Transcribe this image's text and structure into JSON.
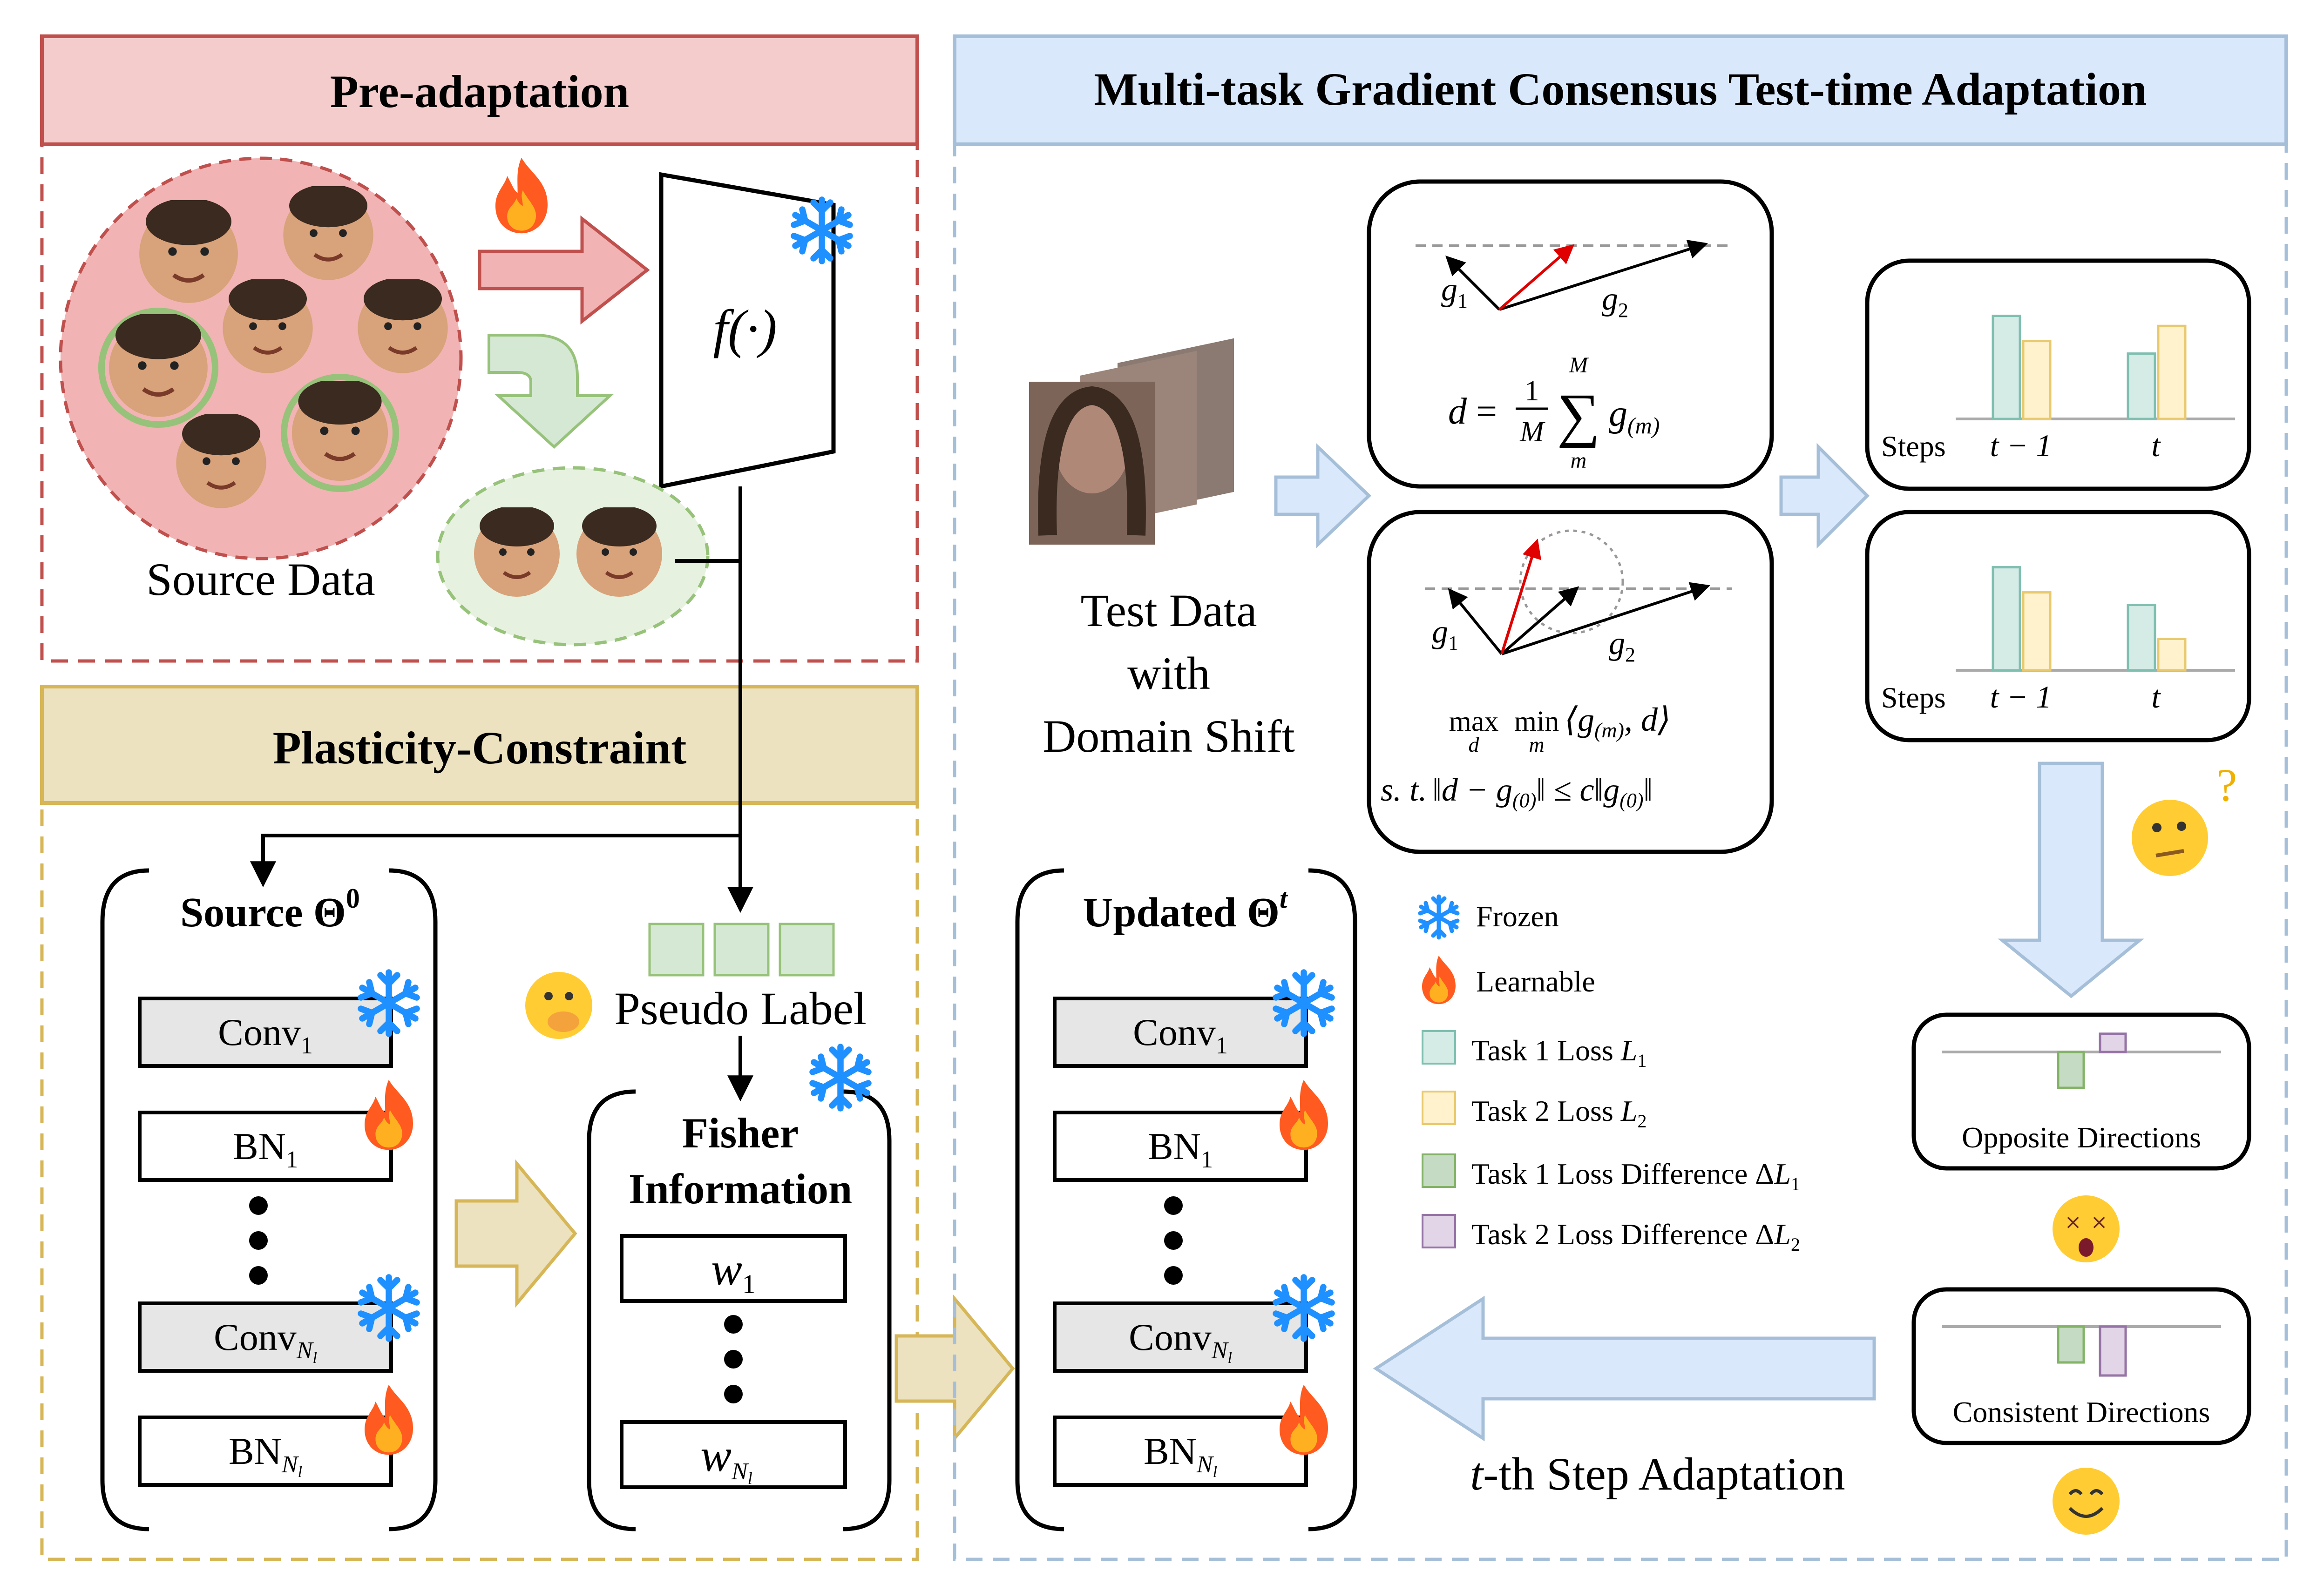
{
  "panels": {
    "pre": {
      "title": "Pre-adaptation",
      "source_label": "Source Data",
      "fn_label": "f(·)"
    },
    "plasticity": {
      "title": "Plasticity-Constraint"
    },
    "mgc": {
      "title": "Multi-task Gradient Consensus Test-time Adaptation"
    }
  },
  "source_model": {
    "title": "Source Θ",
    "title_sup": "0",
    "layers": [
      {
        "name": "Conv",
        "sub": "1",
        "type": "conv",
        "icon": "snowflake-icon"
      },
      {
        "name": "BN",
        "sub": "1",
        "type": "bn",
        "icon": "flame-icon"
      },
      {
        "name": "Conv",
        "sub": "N",
        "sub2": "l",
        "type": "conv",
        "icon": "snowflake-icon"
      },
      {
        "name": "BN",
        "sub": "N",
        "sub2": "l",
        "type": "bn",
        "icon": "flame-icon"
      }
    ]
  },
  "updated_model": {
    "title": "Updated Θ",
    "title_sup": "t",
    "layers": [
      {
        "name": "Conv",
        "sub": "1",
        "type": "conv",
        "icon": "snowflake-icon"
      },
      {
        "name": "BN",
        "sub": "1",
        "type": "bn",
        "icon": "flame-icon"
      },
      {
        "name": "Conv",
        "sub": "N",
        "sub2": "l",
        "type": "conv",
        "icon": "snowflake-icon"
      },
      {
        "name": "BN",
        "sub": "N",
        "sub2": "l",
        "type": "bn",
        "icon": "flame-icon"
      }
    ]
  },
  "pseudo_label": "Pseudo Label",
  "fisher": {
    "title_line1": "Fisher",
    "title_line2": "Information",
    "w_first": "w",
    "w_first_sub": "1",
    "w_last": "w",
    "w_last_sub": "N",
    "w_last_sub2": "l"
  },
  "test_data": {
    "line1": "Test Data",
    "line2": "with",
    "line3": "Domain Shift"
  },
  "formula_top": {
    "g1": "g",
    "g1_sub": "1",
    "g2": "g",
    "g2_sub": "2",
    "d": "d",
    "eq": "=",
    "frac_num": "1",
    "frac_den": "M",
    "sum_upper": "M",
    "sum": "∑",
    "sum_lower": "m",
    "term": "g",
    "term_sub": "(m)"
  },
  "formula_bottom": {
    "g1": "g",
    "g1_sub": "1",
    "g2": "g",
    "g2_sub": "2",
    "max": "max",
    "max_sub": "d",
    "min": "min",
    "min_sub": "m",
    "inner": "⟨g",
    "inner_sub": "(m)",
    "inner_end": ", d⟩",
    "constraint_st": "s. t.",
    "constraint_a": "‖d − g",
    "constraint_a_sub": "(0)",
    "constraint_b": "‖ ≤ c‖g",
    "constraint_b_sub": "(0)",
    "constraint_c": "‖"
  },
  "steps_charts": [
    {
      "steps_label": "Steps",
      "x_labels": [
        "t − 1",
        "t"
      ],
      "task1": [
        0.82,
        0.52
      ],
      "task2": [
        0.62,
        0.74
      ]
    },
    {
      "steps_label": "Steps",
      "x_labels": [
        "t − 1",
        "t"
      ],
      "task1": [
        0.82,
        0.52
      ],
      "task2": [
        0.62,
        0.25
      ]
    }
  ],
  "direction_charts": [
    {
      "label": "Opposite Directions",
      "task1_diff": -0.55,
      "task2_diff": 0.28
    },
    {
      "label": "Consistent Directions",
      "task1_diff": -0.55,
      "task2_diff": -0.75
    }
  ],
  "legend": {
    "frozen": "Frozen",
    "learnable": "Learnable",
    "task1_loss": "Task 1 Loss ",
    "task1_loss_sym": "L",
    "task1_loss_sub": "1",
    "task2_loss": "Task 2 Loss ",
    "task2_loss_sym": "L",
    "task2_loss_sub": "2",
    "task1_diff": "Task 1 Loss Difference Δ",
    "task1_diff_sym": "L",
    "task1_diff_sub": "1",
    "task2_diff": "Task 2 Loss Difference Δ",
    "task2_diff_sym": "L",
    "task2_diff_sub": "2"
  },
  "step_adaptation": {
    "t": "t",
    "text": "-th Step Adaptation"
  },
  "colors": {
    "pre_border": "#c0504d",
    "pre_fill": "#f4cccc",
    "plasticity_border": "#d6b656",
    "plasticity_fill": "#ede2bf",
    "mgc_border": "#a6bfd8",
    "mgc_fill": "#dae8fc",
    "task1": "#d5ebe6",
    "task1_stroke": "#7fbfb0",
    "task2": "#fff2cc",
    "task2_stroke": "#e8c96e",
    "task1_diff": "#c6dbc3",
    "task1_diff_stroke": "#82b366",
    "task2_diff": "#e1d5e7",
    "task2_diff_stroke": "#9673a6",
    "snowflake": "#1e90ff",
    "flame": "#ff5a1f",
    "layer_gray": "#e6e6e6"
  }
}
